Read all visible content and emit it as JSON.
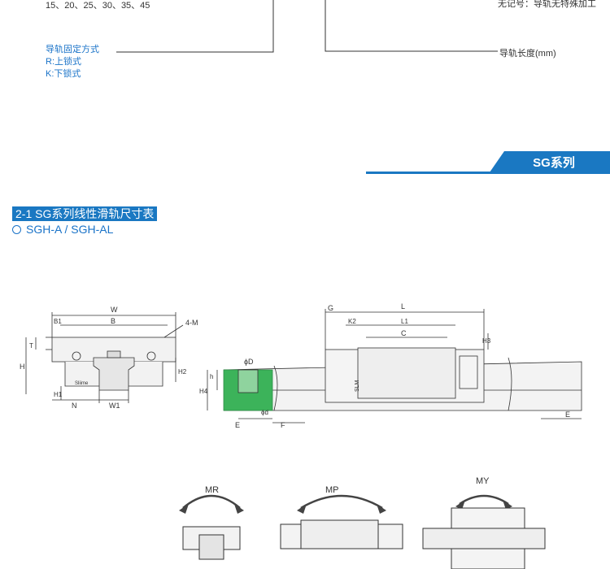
{
  "top": {
    "sizes_line": "15、20、25、30、35、45",
    "fixing_title": "导轨固定方式",
    "fixing_r": "R:上锁式",
    "fixing_k": "K:下锁式",
    "no_mark_line": "无记号：导轨无特殊加工",
    "rail_length": "导轨长度(mm)"
  },
  "series": {
    "title": "SG系列"
  },
  "section": {
    "heading": "2-1 SG系列线性滑轨尺寸表",
    "subheading": "SGH-A / SGH-AL"
  },
  "drawing1": {
    "W": "W",
    "B": "B",
    "B1": "B1",
    "M": "4-M",
    "T": "T",
    "H": "H",
    "H2": "H2",
    "H1": "H1",
    "N": "N",
    "W1": "W1",
    "brand": "Sliime"
  },
  "drawing2": {
    "G": "G",
    "L": "L",
    "K2": "K2",
    "L1": "L1",
    "C": "C",
    "H3": "H3",
    "phiD": "ϕD",
    "h": "h",
    "H4": "H4",
    "phid": "ϕd",
    "E": "E",
    "F": "F",
    "E2": "E",
    "brand": "SLM"
  },
  "moments": {
    "mr": "MR",
    "mp": "MP",
    "my": "MY"
  },
  "colors": {
    "accent": "#1a78c2",
    "rail_green": "#3cb35a"
  }
}
